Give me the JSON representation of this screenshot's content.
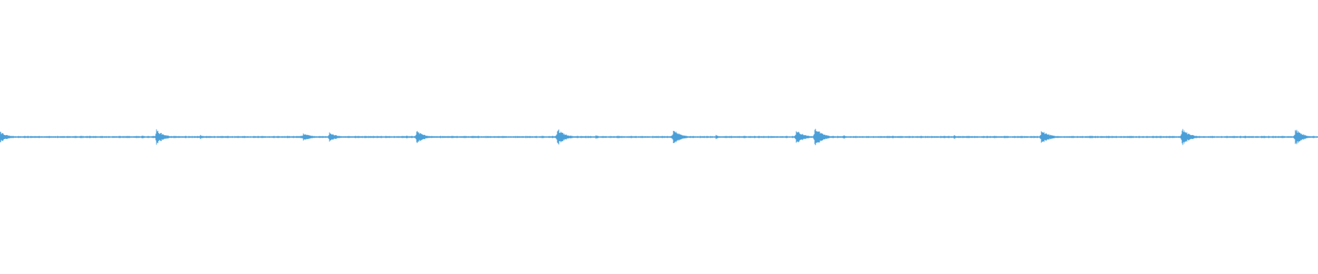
{
  "waveform": {
    "color": "#4a9fd8",
    "background": "#ffffff",
    "peaks": [
      {
        "t": 0.0,
        "a": 0.022,
        "kind": "onset"
      },
      {
        "t": 0.108,
        "a": 0.006,
        "kind": "minor"
      },
      {
        "t": 0.119,
        "a": 0.03,
        "kind": "onset"
      },
      {
        "t": 0.152,
        "a": 0.008,
        "kind": "minor"
      },
      {
        "t": 0.23,
        "a": 0.016,
        "kind": "onset"
      },
      {
        "t": 0.25,
        "a": 0.018,
        "kind": "onset"
      },
      {
        "t": 0.316,
        "a": 0.026,
        "kind": "onset"
      },
      {
        "t": 0.352,
        "a": 0.006,
        "kind": "minor"
      },
      {
        "t": 0.423,
        "a": 0.034,
        "kind": "onset"
      },
      {
        "t": 0.452,
        "a": 0.008,
        "kind": "minor"
      },
      {
        "t": 0.511,
        "a": 0.03,
        "kind": "onset"
      },
      {
        "t": 0.543,
        "a": 0.008,
        "kind": "minor"
      },
      {
        "t": 0.604,
        "a": 0.028,
        "kind": "onset"
      },
      {
        "t": 0.618,
        "a": 0.04,
        "kind": "onset"
      },
      {
        "t": 0.64,
        "a": 0.008,
        "kind": "minor"
      },
      {
        "t": 0.724,
        "a": 0.008,
        "kind": "minor"
      },
      {
        "t": 0.79,
        "a": 0.03,
        "kind": "onset"
      },
      {
        "t": 0.827,
        "a": 0.006,
        "kind": "minor"
      },
      {
        "t": 0.897,
        "a": 0.034,
        "kind": "onset"
      },
      {
        "t": 0.983,
        "a": 0.034,
        "kind": "onset"
      }
    ]
  }
}
